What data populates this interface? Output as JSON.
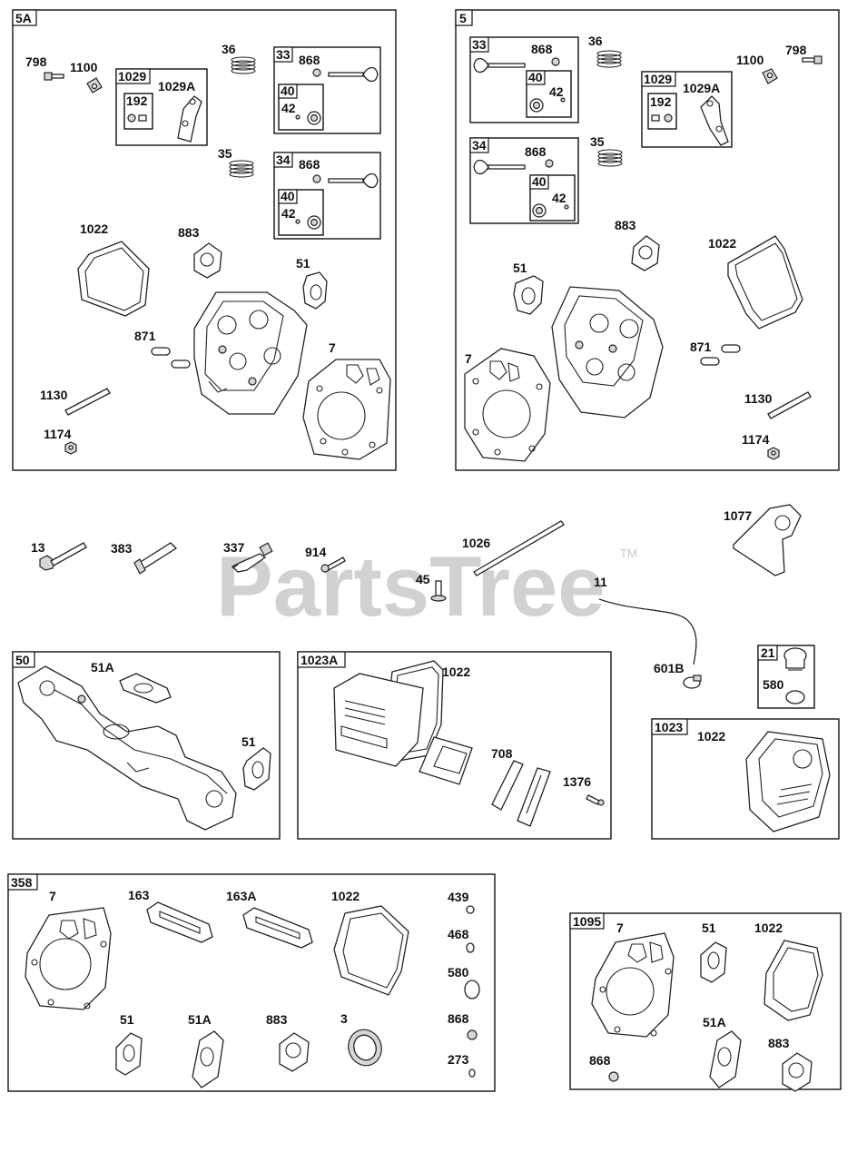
{
  "watermark": {
    "brand": "PartsTree",
    "tm": "TM"
  },
  "colors": {
    "line": "#222222",
    "watermark": "#c9c9c9",
    "background": "#ffffff"
  },
  "groups": {
    "g5A": "5A",
    "g5": "5",
    "g50": "50",
    "g1023A": "1023A",
    "g21": "21",
    "g1023": "1023",
    "g358": "358",
    "g1095": "1095",
    "s33a": "33",
    "s34a": "34",
    "s40a": "40",
    "s40b": "40",
    "s1029a": "1029",
    "s33b": "33",
    "s34b": "34",
    "s40c": "40",
    "s40d": "40",
    "s1029b": "1029"
  },
  "labels": {
    "a798": "798",
    "a1100": "1100",
    "a1029A": "1029A",
    "a192": "192",
    "a36": "36",
    "a868a": "868",
    "a42a": "42",
    "a35": "35",
    "a868b": "868",
    "a42b": "42",
    "a1022": "1022",
    "a883": "883",
    "a51": "51",
    "a871": "871",
    "a7": "7",
    "a1130": "1130",
    "a1174": "1174",
    "b36": "36",
    "b868a": "868",
    "b42a": "42",
    "b1100": "1100",
    "b798": "798",
    "b1029A": "1029A",
    "b192": "192",
    "b35": "35",
    "b868b": "868",
    "b42b": "42",
    "b883": "883",
    "b1022": "1022",
    "b51": "51",
    "b7": "7",
    "b871": "871",
    "b1130": "1130",
    "b1174": "1174",
    "m13": "13",
    "m383": "383",
    "m337": "337",
    "m914": "914",
    "m1026": "1026",
    "m45": "45",
    "m11": "11",
    "m1077": "1077",
    "m601B": "601B",
    "c51A": "51A",
    "c51": "51",
    "d1022": "1022",
    "d708": "708",
    "d1376": "1376",
    "e580": "580",
    "f1022": "1022",
    "k7": "7",
    "k163": "163",
    "k163A": "163A",
    "k1022": "1022",
    "k439": "439",
    "k468": "468",
    "k580": "580",
    "k51": "51",
    "k51A": "51A",
    "k883": "883",
    "k3": "3",
    "k868": "868",
    "k273": "273",
    "h7": "7",
    "h51": "51",
    "h1022": "1022",
    "h51A": "51A",
    "h883": "883",
    "h868": "868"
  }
}
